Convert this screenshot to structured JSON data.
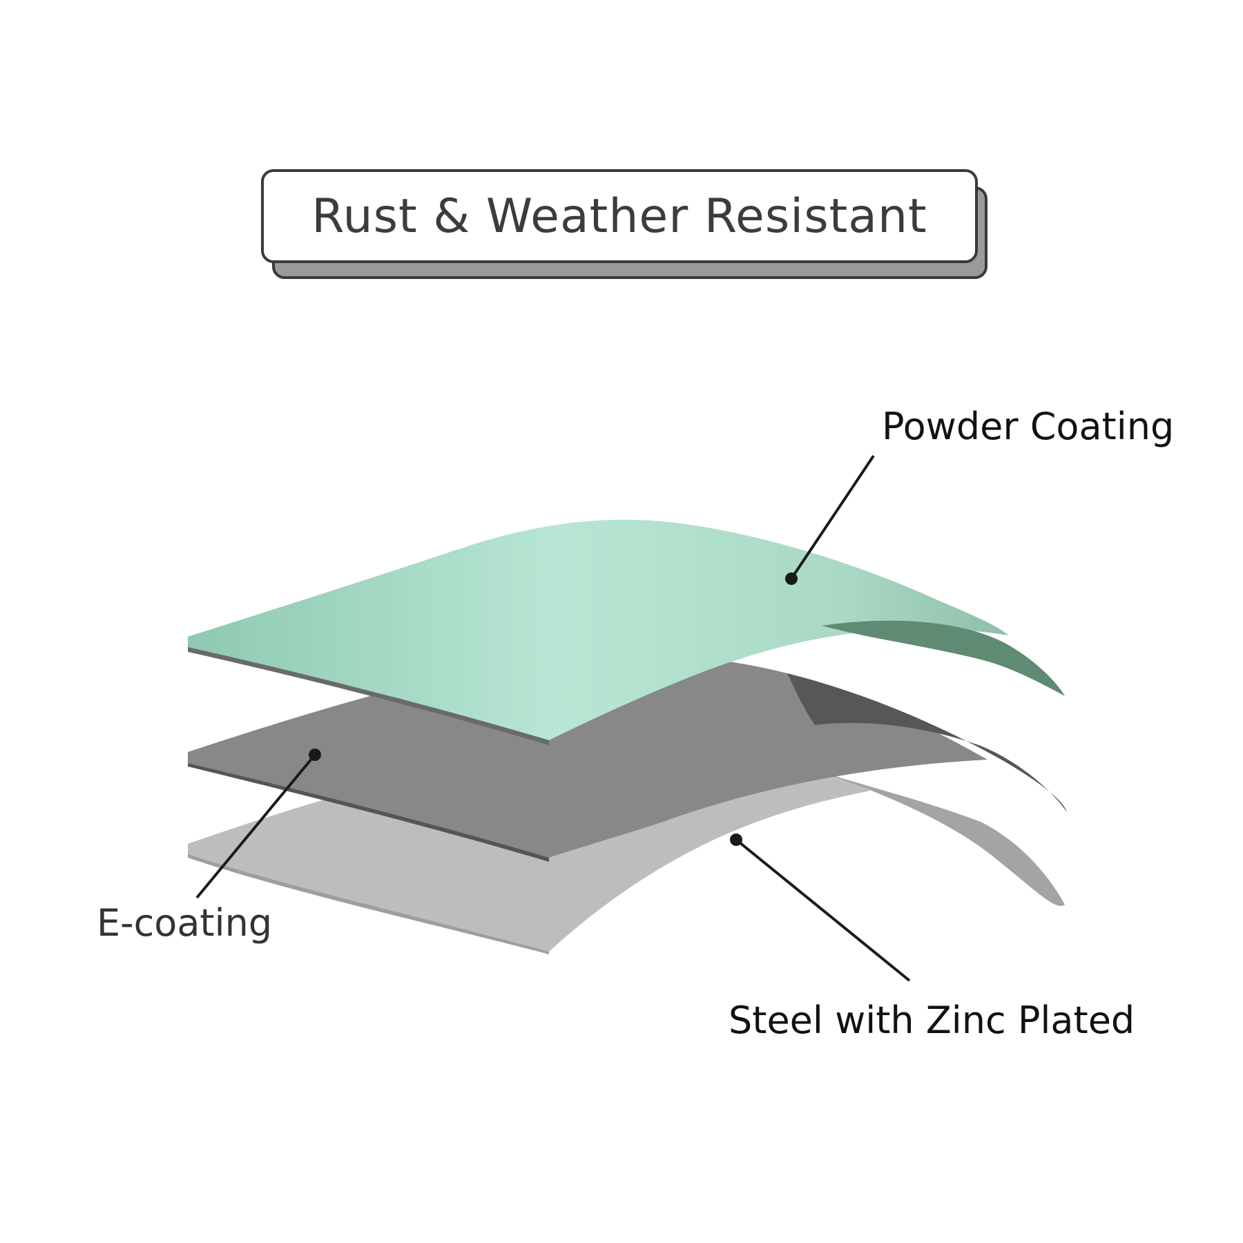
{
  "banner": {
    "title": "Rust & Weather Resistant"
  },
  "layers": [
    {
      "label": "Powder Coating",
      "color": "#b5e3d1",
      "edge_color": "#5f8a74"
    },
    {
      "label": "E-coating",
      "color": "#888888",
      "edge_color": "#555555"
    },
    {
      "label": "Steel with Zinc Plated",
      "color": "#bbbbbb",
      "edge_color": "#a2a2a2"
    }
  ],
  "colors": {
    "leader_line": "#1a1a1a",
    "banner_border": "#3a3a3a",
    "banner_shadow": "#9a9a9a"
  }
}
